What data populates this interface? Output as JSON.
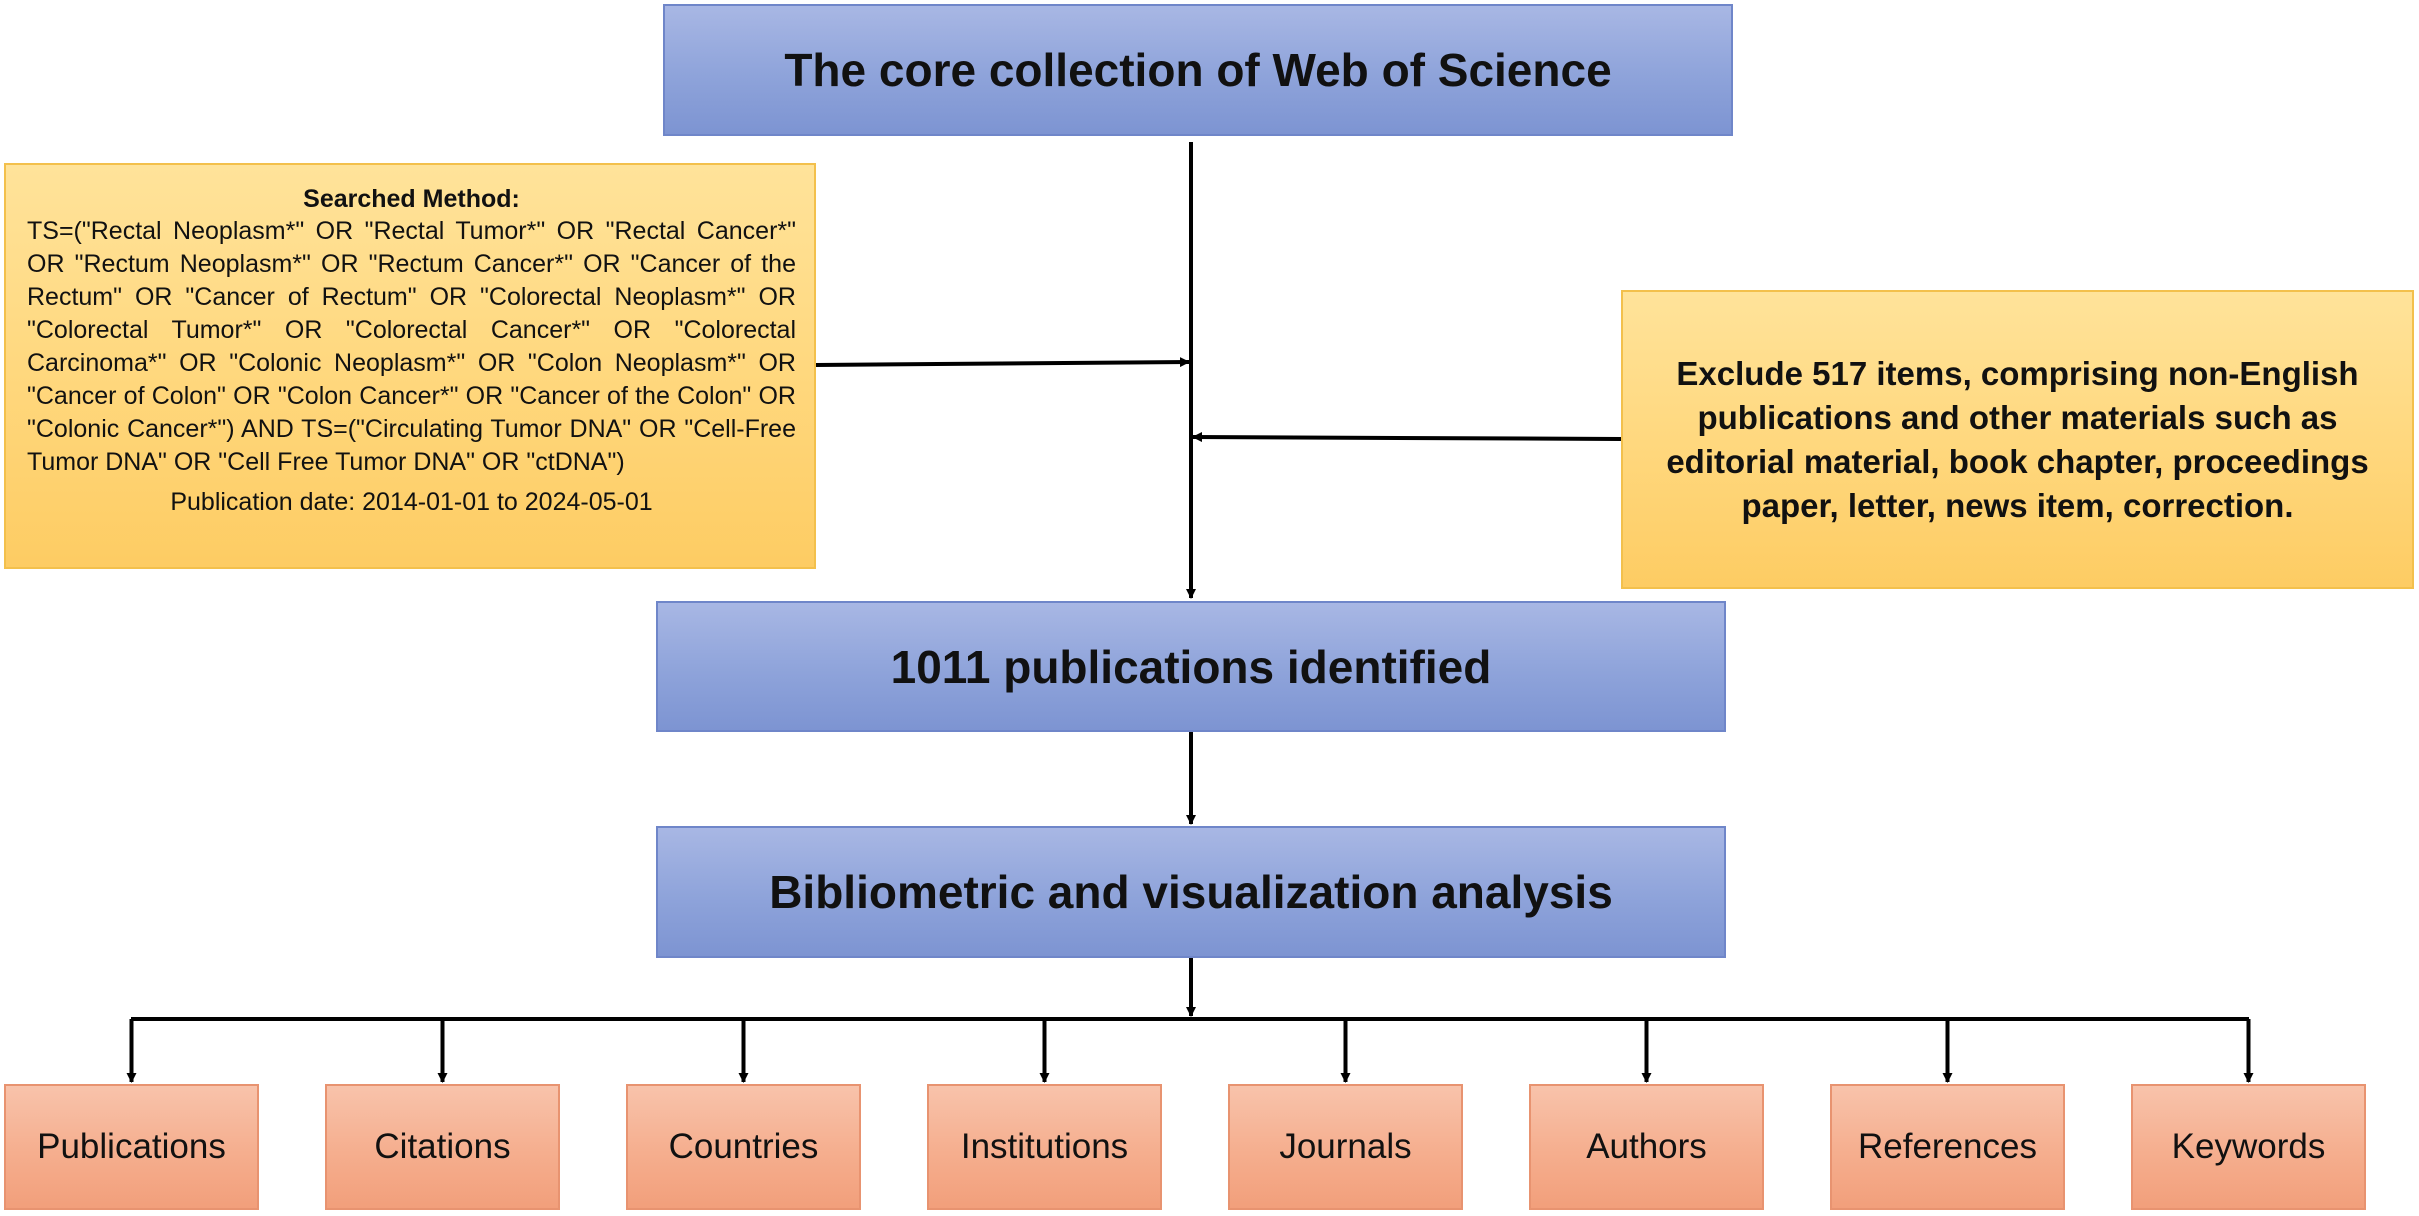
{
  "source": {
    "label": "The core collection of Web of Science"
  },
  "search": {
    "heading": "Searched Method:",
    "query": "TS=(\"Rectal Neoplasm*\" OR \"Rectal Tumor*\" OR \"Rectal Cancer*\" OR \"Rectum Neoplasm*\" OR \"Rectum Cancer*\" OR \"Cancer of the Rectum\" OR \"Cancer of Rectum\" OR \"Colorectal Neoplasm*\" OR \"Colorectal Tumor*\" OR \"Colorectal Cancer*\" OR \"Colorectal Carcinoma*\" OR \"Colonic Neoplasm*\" OR \"Colon Neoplasm*\" OR \"Cancer of Colon\" OR \"Colon Cancer*\" OR \"Cancer of the Colon\" OR \"Colonic Cancer*\") AND TS=(\"Circulating Tumor DNA\" OR \"Cell-Free Tumor DNA\" OR \"Cell Free Tumor DNA\" OR \"ctDNA\")",
    "date": "Publication date: 2014-01-01 to 2024-05-01"
  },
  "exclusion": {
    "text": "Exclude 517 items, comprising non-English publications and other materials such as editorial material, book chapter, proceedings paper, letter, news item,  correction."
  },
  "identified": {
    "label": "1011 publications identified"
  },
  "analysis": {
    "label": "Bibliometric and visualization analysis"
  },
  "categories": [
    "Publications",
    "Citations",
    "Countries",
    "Institutions",
    "Journals",
    "Authors",
    "References",
    "Keywords"
  ],
  "colors": {
    "blue_box": "#8ea3da",
    "yellow_box": "#ffd77c",
    "orange_box": "#f5ae8e",
    "connector": "#000000"
  }
}
